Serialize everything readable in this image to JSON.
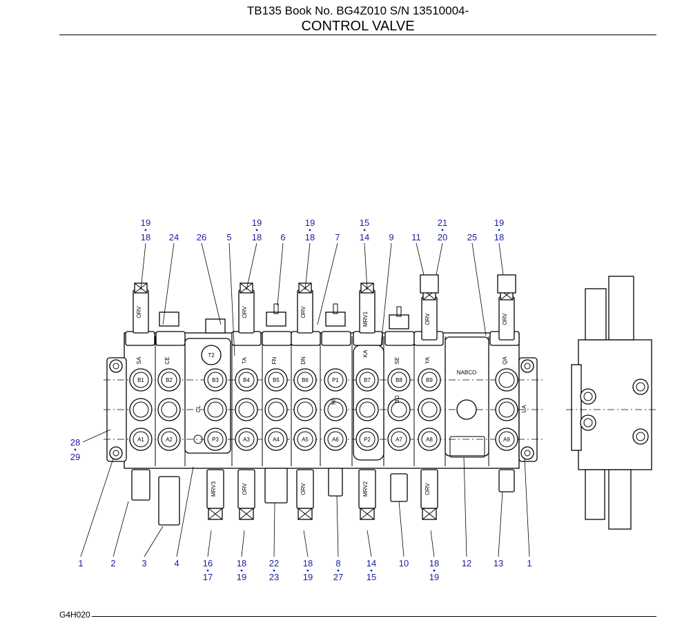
{
  "header": {
    "line1": "TB135  Book No. BG4Z010 S/N 13510004-",
    "line2": "CONTROL VALVE"
  },
  "footer": {
    "figure_ref": "G4H020"
  },
  "valve": {
    "brand": "NABCO",
    "ports_b": [
      "B1",
      "B2",
      "B3",
      "B4",
      "B5",
      "B6",
      "P1",
      "B7",
      "B8",
      "B9"
    ],
    "ports_a": [
      "A1",
      "A2",
      "P3",
      "A3",
      "A4",
      "A5",
      "A6",
      "P2",
      "A7",
      "A8",
      "A9"
    ],
    "top_tank": "T2",
    "section_labels": [
      "SA",
      "CE",
      "TA",
      "FN",
      "DN",
      "KA",
      "SE",
      "YA",
      "QA",
      "UA",
      "CL",
      "HI",
      "BO"
    ],
    "valve_labels": [
      "ORV",
      "ORV",
      "ORV",
      "MRV1",
      "ORV",
      "ORV",
      "MRV3",
      "ORV",
      "ORV",
      "MRV2",
      "ORV"
    ]
  },
  "callouts_top": [
    {
      "main": "18",
      "sub": "19"
    },
    {
      "main": "24"
    },
    {
      "main": "26"
    },
    {
      "main": "5"
    },
    {
      "main": "18",
      "sub": "19"
    },
    {
      "main": "6"
    },
    {
      "main": "18",
      "sub": "19"
    },
    {
      "main": "7"
    },
    {
      "main": "14",
      "sub": "15"
    },
    {
      "main": "9"
    },
    {
      "main": "11"
    },
    {
      "main": "20",
      "sub": "21"
    },
    {
      "main": "25"
    },
    {
      "main": "18",
      "sub": "19"
    }
  ],
  "callouts_bottom": [
    {
      "main": "1"
    },
    {
      "main": "2"
    },
    {
      "main": "3"
    },
    {
      "main": "4"
    },
    {
      "main": "16",
      "sub": "17"
    },
    {
      "main": "18",
      "sub": "19"
    },
    {
      "main": "22",
      "sub": "23"
    },
    {
      "main": "18",
      "sub": "19"
    },
    {
      "main": "8",
      "sub": "27"
    },
    {
      "main": "14",
      "sub": "15"
    },
    {
      "main": "10"
    },
    {
      "main": "18",
      "sub": "19"
    },
    {
      "main": "12"
    },
    {
      "main": "13"
    },
    {
      "main": "1"
    }
  ],
  "callout_left": {
    "main": "28",
    "sub": "29"
  }
}
